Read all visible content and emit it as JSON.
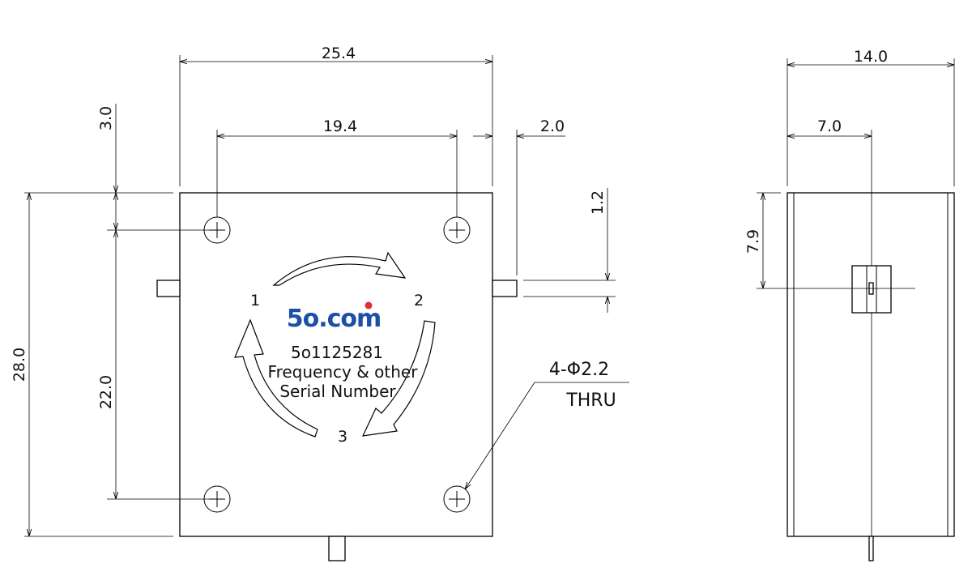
{
  "dimensions": {
    "width_overall": "25.4",
    "hole_spacing_x": "19.4",
    "tab_length": "2.0",
    "edge_to_hole_top": "3.0",
    "tab_thickness": "1.2",
    "height_overall": "28.0",
    "hole_spacing_y": "22.0",
    "side_width": "14.0",
    "side_center": "7.0",
    "side_pin_height": "7.9"
  },
  "ports": {
    "p1": "1",
    "p2": "2",
    "p3": "3"
  },
  "label": {
    "logo": "5o.com",
    "part_number": "5o1125281",
    "line1": "Frequency & other",
    "line2": "Serial Number"
  },
  "callout": {
    "holes": "4-Φ2.2",
    "thru": "THRU"
  },
  "colors": {
    "logo_blue": "#1d4fa8",
    "logo_dot": "#e0303a"
  }
}
